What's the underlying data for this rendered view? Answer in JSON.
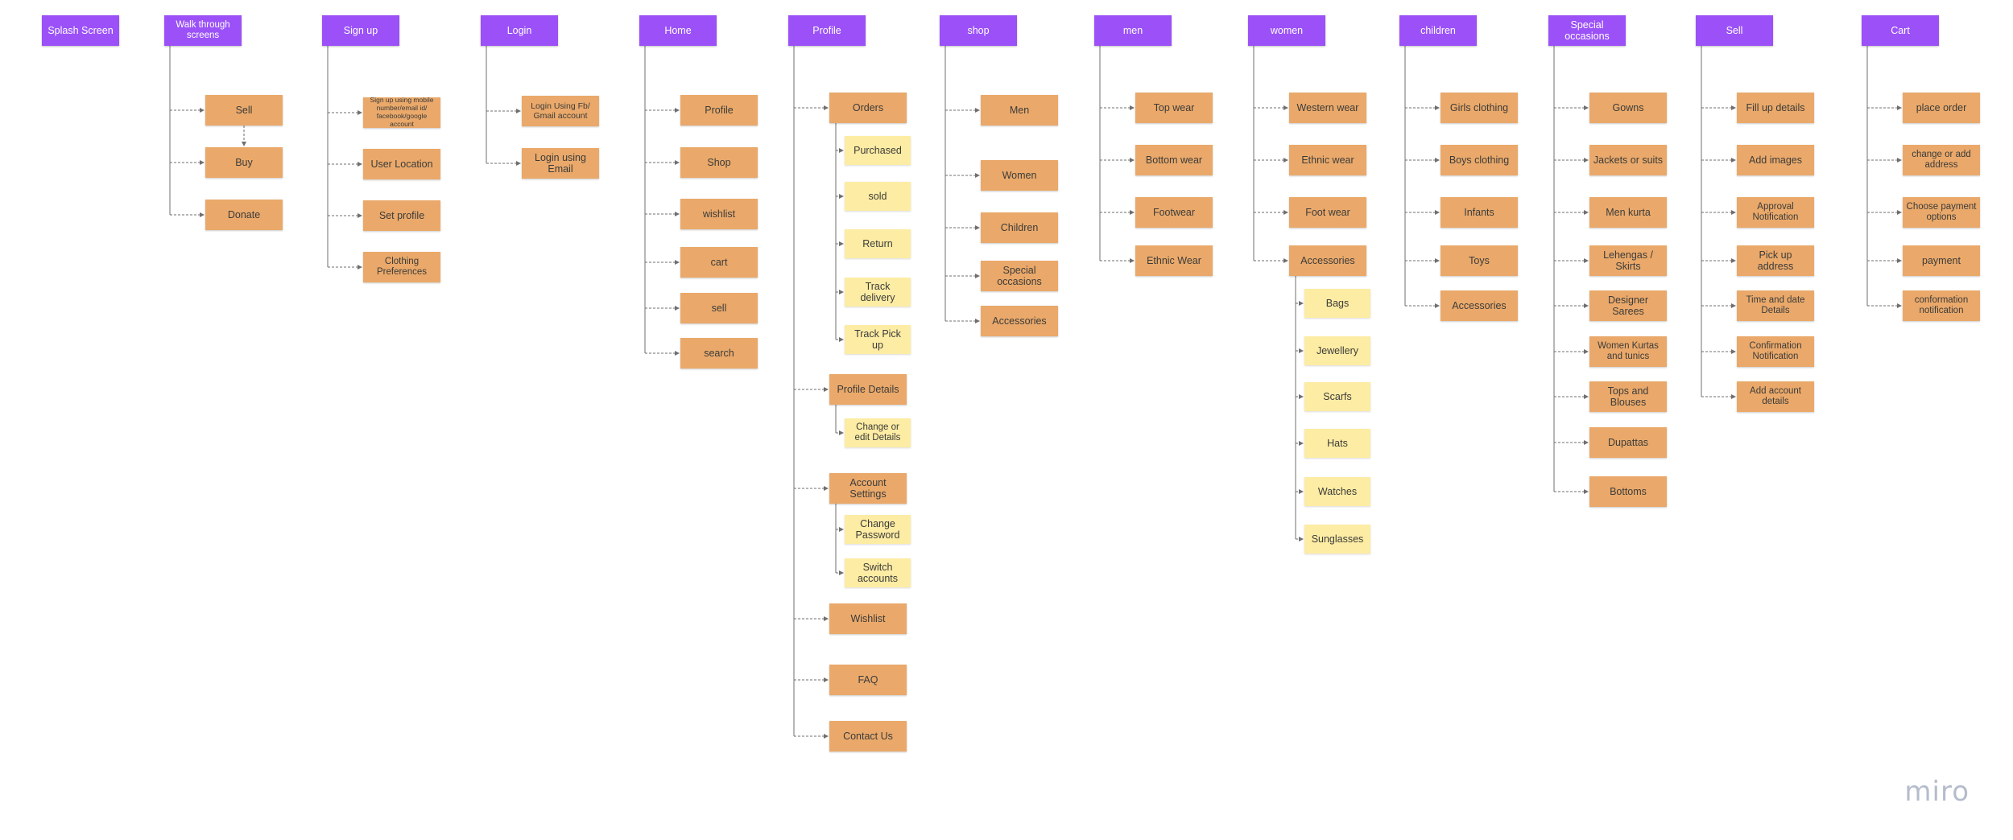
{
  "colors": {
    "header": "#9b51f7",
    "screen": "#eaa96a",
    "subscreen": "#fdeca3",
    "connector": "#6f6f6f"
  },
  "logo": "miro",
  "columns": [
    {
      "title": "Splash Screen",
      "items": []
    },
    {
      "title": "Walk through screens",
      "items": [
        "Sell",
        "Buy",
        "Donate"
      ]
    },
    {
      "title": "Sign up",
      "items": [
        "Sign up using mobile number/email id/ facebook/google account",
        "User Location",
        "Set profile",
        "Clothing Preferences"
      ]
    },
    {
      "title": "Login",
      "items": [
        "Login Using Fb/ Gmail account",
        "Login using Email"
      ]
    },
    {
      "title": "Home",
      "items": [
        "Profile",
        "Shop",
        "wishlist",
        "cart",
        "sell",
        "search"
      ]
    },
    {
      "title": "Profile",
      "items": [
        {
          "label": "Orders",
          "children": [
            "Purchased",
            "sold",
            "Return",
            "Track delivery",
            "Track Pick up"
          ]
        },
        {
          "label": "Profile Details",
          "children": [
            "Change or edit Details"
          ]
        },
        {
          "label": "Account Settings",
          "children": [
            "Change Password",
            "Switch accounts"
          ]
        },
        "Wishlist",
        "FAQ",
        "Contact Us"
      ]
    },
    {
      "title": "shop",
      "items": [
        "Men",
        "Women",
        "Children",
        "Special occasions",
        "Accessories"
      ]
    },
    {
      "title": "men",
      "items": [
        "Top wear",
        "Bottom wear",
        "Footwear",
        "Ethnic Wear"
      ]
    },
    {
      "title": "women",
      "items": [
        "Western wear",
        "Ethnic wear",
        "Foot wear",
        {
          "label": "Accessories",
          "children": [
            "Bags",
            "Jewellery",
            "Scarfs",
            "Hats",
            "Watches",
            "Sunglasses"
          ]
        }
      ]
    },
    {
      "title": "children",
      "items": [
        "Girls clothing",
        "Boys clothing",
        "Infants",
        "Toys",
        "Accessories"
      ]
    },
    {
      "title": "Special occasions",
      "items": [
        "Gowns",
        "Jackets or suits",
        "Men kurta",
        "Lehengas / Skirts",
        "Designer Sarees",
        "Women Kurtas and tunics",
        "Tops and Blouses",
        "Dupattas",
        "Bottoms"
      ]
    },
    {
      "title": "Sell",
      "items": [
        "Fill up details",
        "Add images",
        "Approval Notification",
        "Pick up address",
        "Time and date Details",
        "Confirmation Notification",
        "Add account details"
      ]
    },
    {
      "title": "Cart",
      "items": [
        "place order",
        "change or add address",
        "Choose payment options",
        "payment",
        "conformation notification"
      ]
    }
  ]
}
